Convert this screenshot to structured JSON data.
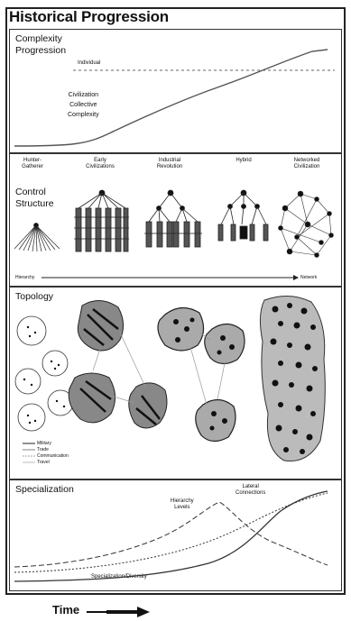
{
  "title": "Historical Progression",
  "complexity": {
    "title": "Complexity\nProgression",
    "individual": "Individual",
    "collective": "Civilization\nCollective\nComplexity"
  },
  "control": {
    "title": "Control\nStructure",
    "stages": [
      "Hunter-\nGatherer",
      "Early\nCivilizations",
      "Industrial\nRevolution",
      "Hybrid",
      "Networked\nCivilization"
    ],
    "axis_left": "Hierarchy",
    "axis_right": "Network"
  },
  "topology": {
    "title": "Topology",
    "legend": [
      "Military",
      "Trade",
      "Communication",
      "Travel"
    ]
  },
  "specialization": {
    "title": "Specialization",
    "lateral": "Lateral\nConnections",
    "hierarchy": "Hierarchy\nLevels",
    "diversity": "Specialization/Diversity"
  },
  "time_label": "Time"
}
